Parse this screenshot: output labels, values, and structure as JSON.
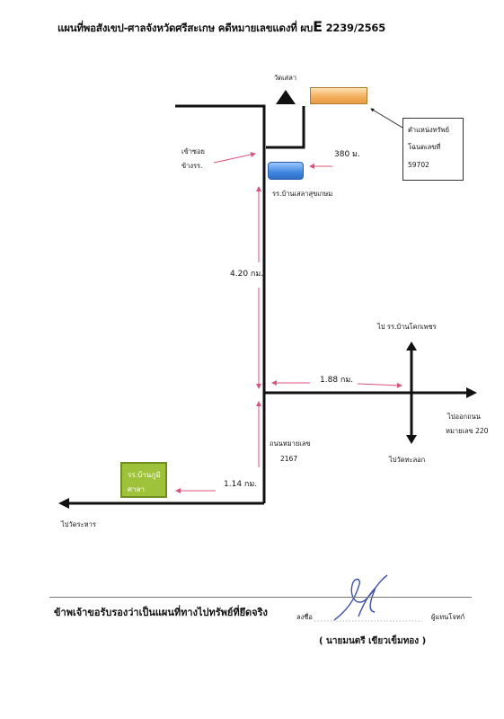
{
  "title": {
    "text": "แผนที่พอสังเขป-ศาลจังหวัดศรีสะเกษ คดีหมายเลขแดงที่ ผบ",
    "letter": "E",
    "number": "2239/2565"
  },
  "landmarks": {
    "temple": "วัดเสลา",
    "school_1": "รร.บ้านเสลาสุขเกษม",
    "school_2_line1": "รร.บ้านภูมิ",
    "school_2_line2": "ศาลา"
  },
  "property_box": {
    "line1": "ตำแหน่งทรัพย์",
    "line2": "โฉนดเลขที่",
    "line3": "59702"
  },
  "labels": {
    "alley_1": "เข้าซอย",
    "alley_2": "ข้างรร.",
    "road_line1": "ถนนหมายเลข",
    "road_line2": "2167",
    "to_school": "ไป รร.บ้านโคกเพชร",
    "to_road_line1": "ไปออกถนน",
    "to_road_line2": "หมายเลข 220",
    "to_temple_b": "ไปวัดทะลอก",
    "to_temple_c": "ไปวัดระหาร"
  },
  "distances": {
    "d1": "380 ม.",
    "d2": "4.20 กม.",
    "d3": "1.88 กม.",
    "d4": "1.14 กม."
  },
  "signature": {
    "statement": "ข้าพเจ้าขอรับรองว่าเป็นแผนที่ทางไปทรัพย์ที่ยึดจริง",
    "sign_label": "ลงชื่อ",
    "role": "ผู้แทนโจทก์",
    "name": "( นายมนตรี เขียวเข็มทอง )"
  },
  "colors": {
    "road": "#111111",
    "distance_arrow": "#d9547a",
    "property": "#f4b060",
    "school": "#3f86e0",
    "school_green": "#9ec23a"
  }
}
